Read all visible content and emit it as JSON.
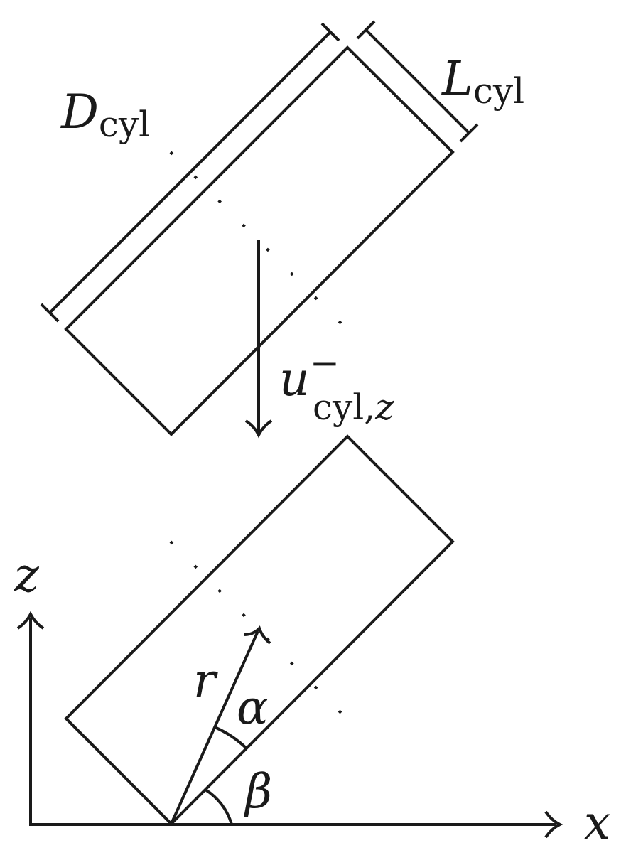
{
  "labels": {
    "d_main": "D",
    "d_sub": "cyl",
    "l_main": "L",
    "l_sub": "cyl",
    "u_main": "u",
    "u_sup": "−",
    "u_sub_a": "cyl,",
    "u_sub_b": "z",
    "axis_z": "z",
    "axis_x": "x",
    "radius": "r",
    "angle_alpha": "α",
    "angle_beta": "β"
  }
}
